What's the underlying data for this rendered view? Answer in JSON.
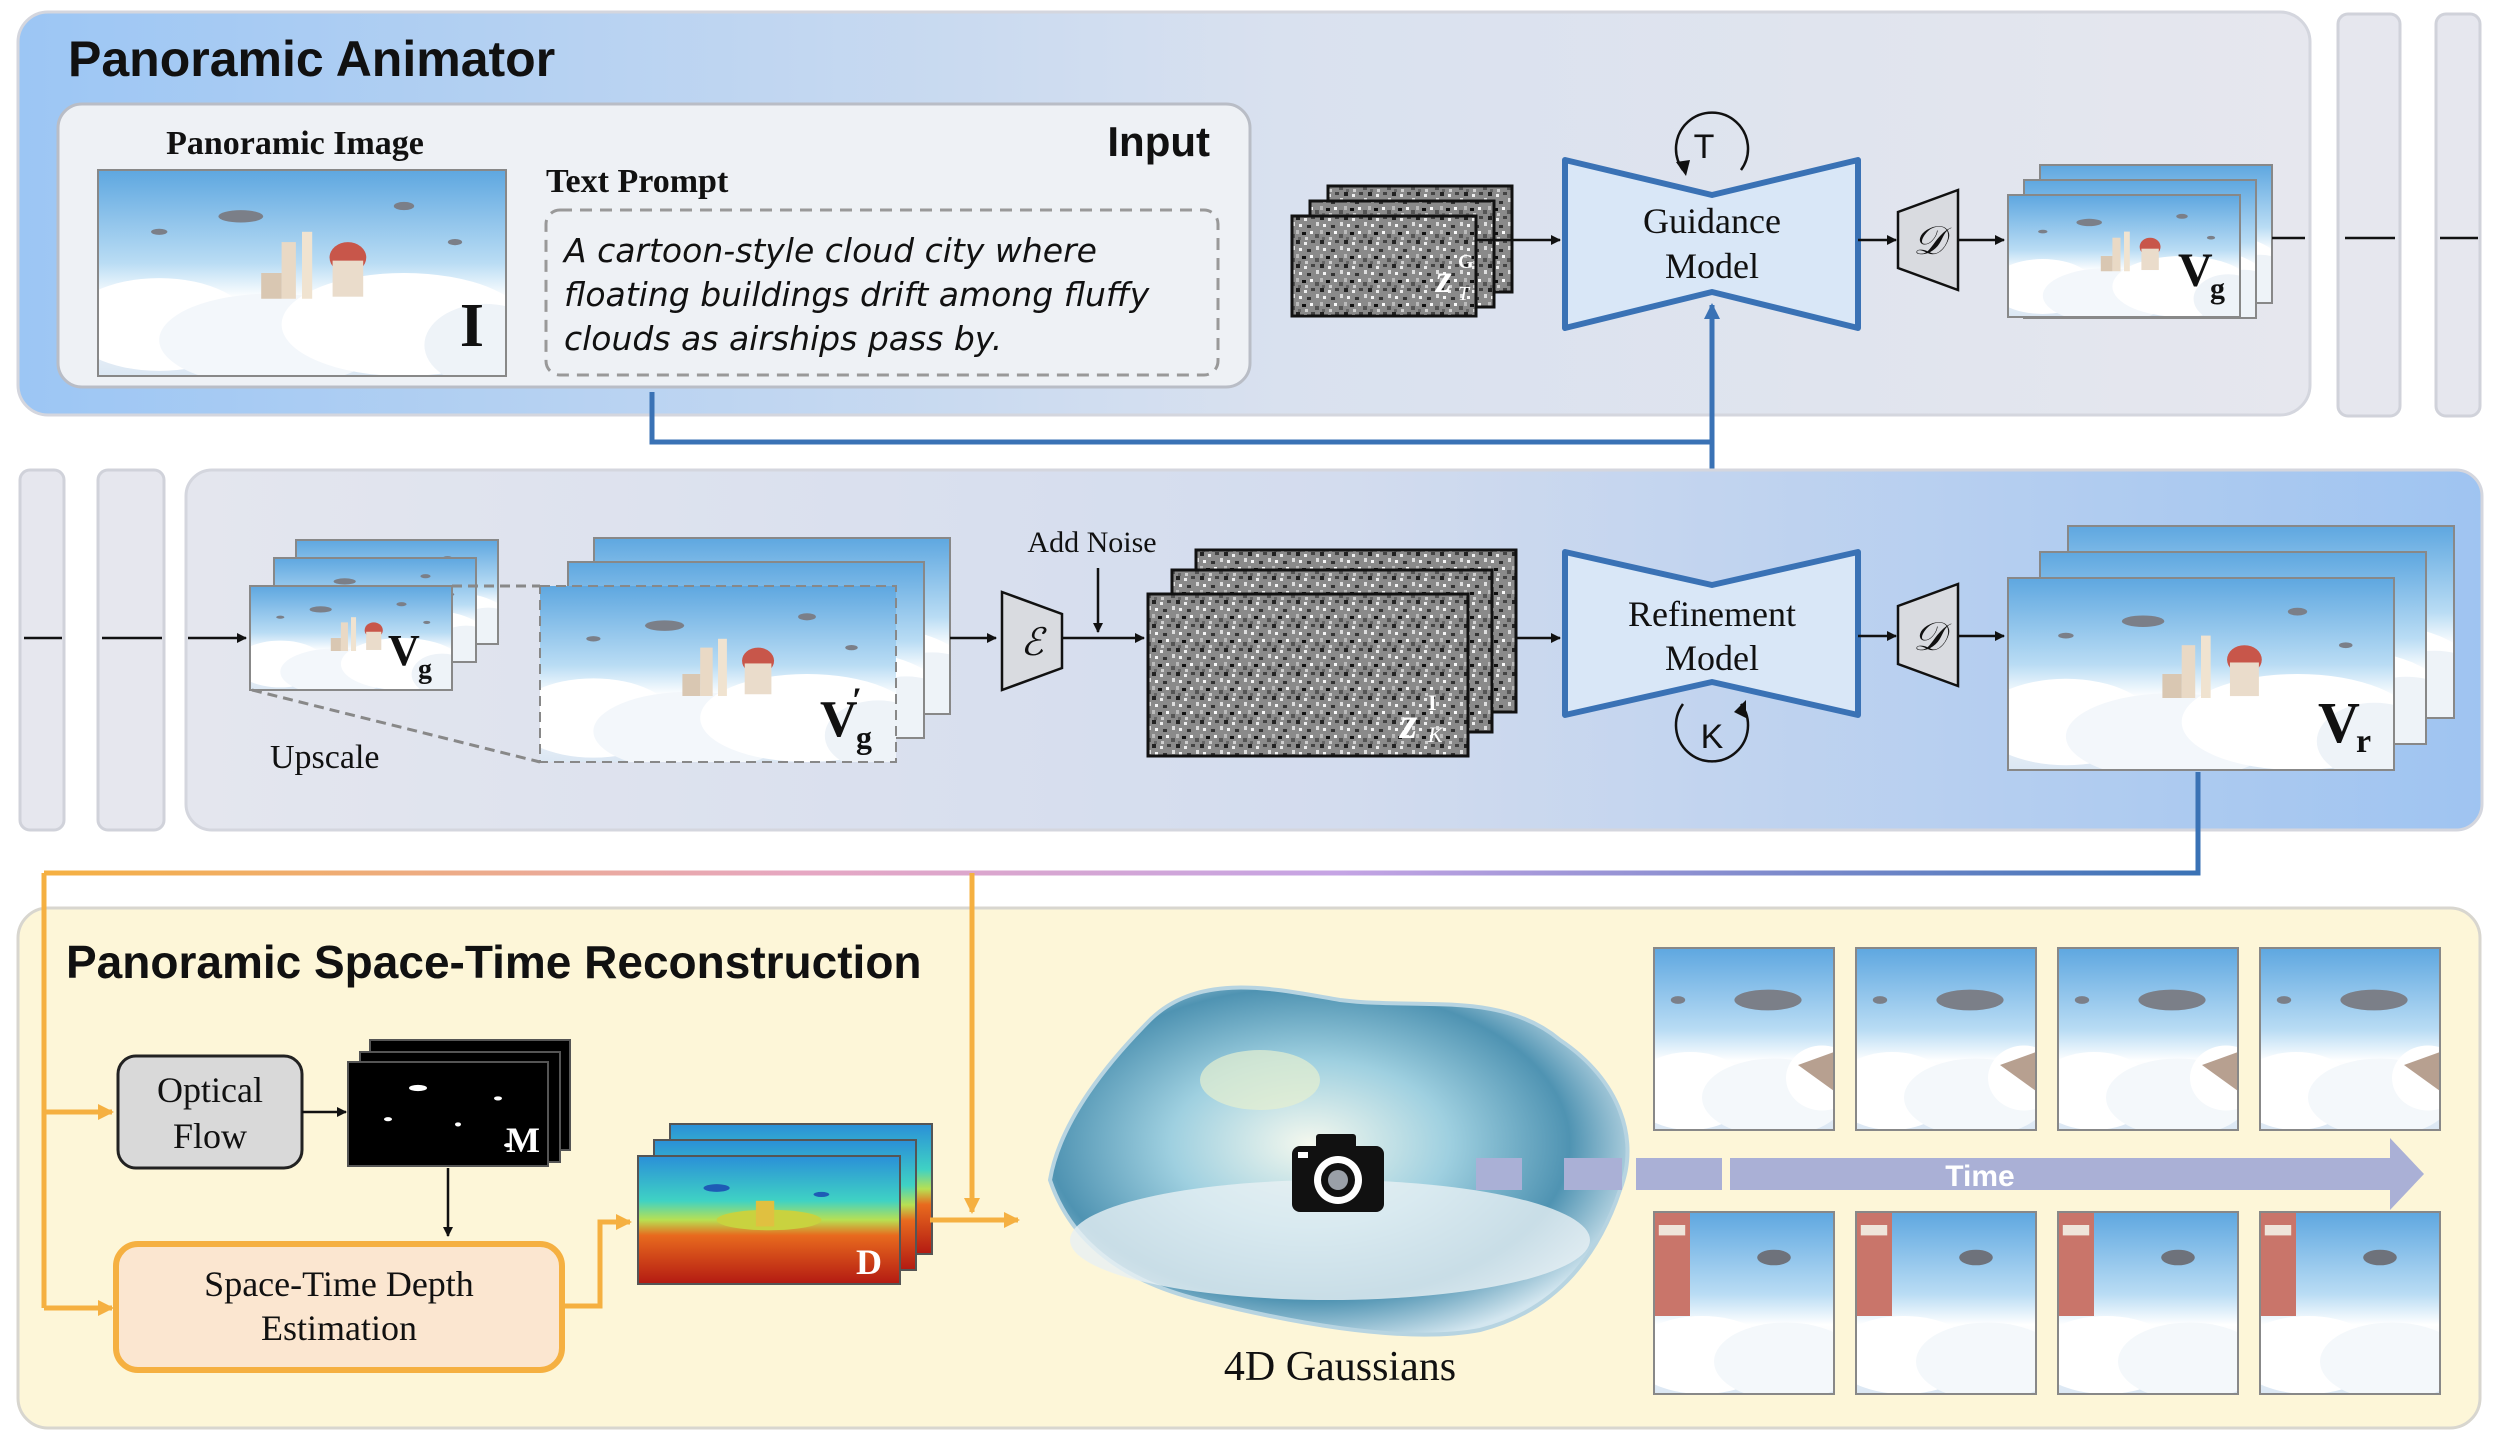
{
  "animator": {
    "title": "Panoramic Animator",
    "input_label": "Input",
    "panoramic_image_label": "Panoramic Image",
    "image_symbol": "I",
    "text_prompt_label": "Text Prompt",
    "prompt_lines": [
      "A cartoon-style cloud city where",
      "floating buildings drift among fluffy",
      "clouds as airships pass by."
    ],
    "noise_symbol": "z",
    "noise_sup": "G",
    "noise_sub": "T",
    "loop_T": "T",
    "guidance_line1": "Guidance",
    "guidance_line2": "Model",
    "decoder_symbol": "𝒟",
    "vg_symbol": "V",
    "vg_sub": "g"
  },
  "refine": {
    "vg_symbol": "V",
    "vg_sub": "g",
    "upscale_label": "Upscale",
    "vgp_symbol": "V",
    "vgp_prime": "′",
    "vgp_sub": "g",
    "encoder_symbol": "ℰ",
    "add_noise_label": "Add Noise",
    "noise_symbol": "z",
    "noise_sup": "I",
    "noise_sub": "K",
    "refinement_line1": "Refinement",
    "refinement_line2": "Model",
    "loop_K": "K",
    "decoder_symbol": "𝒟",
    "vr_symbol": "V",
    "vr_sub": "r"
  },
  "recon": {
    "title": "Panoramic Space-Time Reconstruction",
    "optical_line1": "Optical",
    "optical_line2": "Flow",
    "mask_symbol": "M",
    "depth_line1": "Space-Time Depth",
    "depth_line2": "Estimation",
    "depth_symbol": "D",
    "gaussians_label": "4D Gaussians",
    "time_label": "Time",
    "camera_icon": "camera-icon"
  },
  "colors": {
    "blue_line": "#3a72b5",
    "orange_line": "#f5b041",
    "panel_blue": "#a8ccf2",
    "panel_yellow": "#fdf6d8",
    "time_arrow": "#aab0d6"
  }
}
